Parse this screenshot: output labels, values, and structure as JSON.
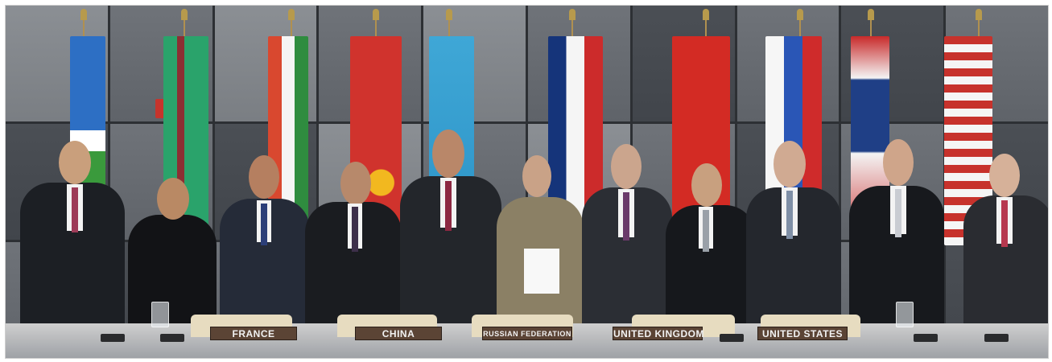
{
  "nameplates": {
    "france": "FRANCE",
    "china": "CHINA",
    "russia": "RUSSIAN FEDERATION",
    "uk": "UNITED KINGDOM",
    "us": "UNITED STATES"
  },
  "colors": {
    "nameplate": "#5b4435",
    "nameplate_text": "#f2f2f2",
    "wall": "#6f7379"
  }
}
